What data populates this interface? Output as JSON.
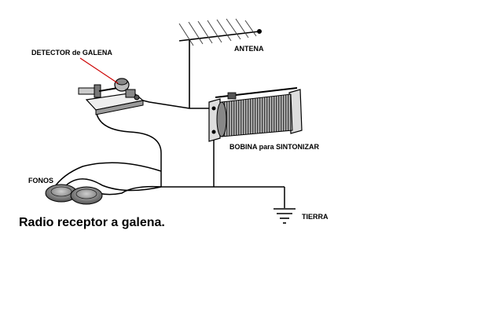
{
  "labels": {
    "detector": "DETECTOR de GALENA",
    "antenna": "ANTENA",
    "coil": "BOBINA para SINTONIZAR",
    "phones": "FONOS",
    "ground": "TIERRA",
    "caption": "Radio receptor a galena."
  },
  "colors": {
    "ink": "#000000",
    "pointer": "#cc0000",
    "coil_dark": "#4a4a4a",
    "coil_light": "#bdbdbd",
    "background": "#ffffff"
  }
}
